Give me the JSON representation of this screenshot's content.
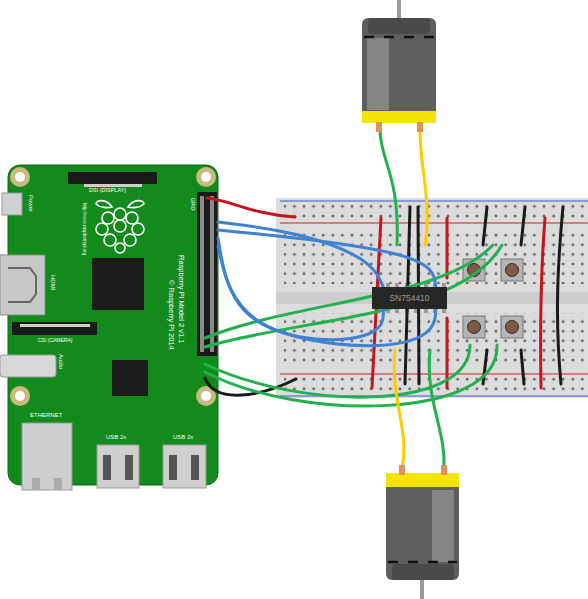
{
  "diagram": {
    "nodes": [
      {
        "text": [
          "Raspberry Pi Model 2 v1.1",
          "© Raspberry Pi 2014"
        ]
      },
      {
        "text": [
          "SN754410"
        ]
      }
    ],
    "edges": [
      {
        "from": 0,
        "to": 1,
        "arrow": "none"
      },
      {
        "from": 0,
        "to": 1,
        "arrow": "none"
      },
      {
        "from": 0,
        "to": 1,
        "arrow": "none"
      },
      {
        "from": 0,
        "to": 1,
        "arrow": "none"
      }
    ],
    "labels": [
      "DSI (DISPLAY)",
      "http://www.raspberrypi.org",
      "Power",
      "HDMI",
      "CSI (CAMERA)",
      "Audio",
      "ETHERNET",
      "USB 2x",
      "USB 2x",
      "GPIO"
    ]
  }
}
